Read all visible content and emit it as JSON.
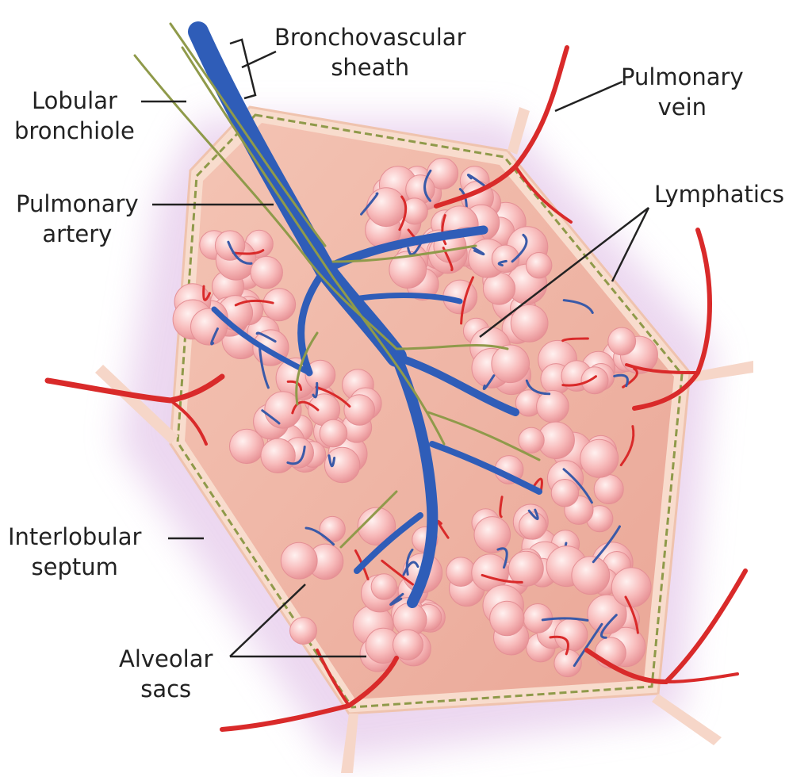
{
  "labels": {
    "bronchovascular_sheath": [
      "Bronchovascular",
      "sheath"
    ],
    "lobular_bronchiole": [
      "Lobular",
      "bronchiole"
    ],
    "pulmonary_vein": [
      "Pulmonary",
      "vein"
    ],
    "pulmonary_artery": [
      "Pulmonary",
      "artery"
    ],
    "lymphatics": [
      "Lymphatics"
    ],
    "interlobular_septum": [
      "Interlobular",
      "septum"
    ],
    "alveolar_sacs": [
      "Alveolar",
      "sacs"
    ]
  },
  "colors": {
    "lobule_fill": "#f2b5a6",
    "septum": "#f8d9cc",
    "halo": "#ead2ee",
    "artery": "#2f5db8",
    "vein": "#d92a2a",
    "lymphatic": "#8f9a4a",
    "alveolus": "#f9c2c2",
    "leader_line": "#222222"
  }
}
